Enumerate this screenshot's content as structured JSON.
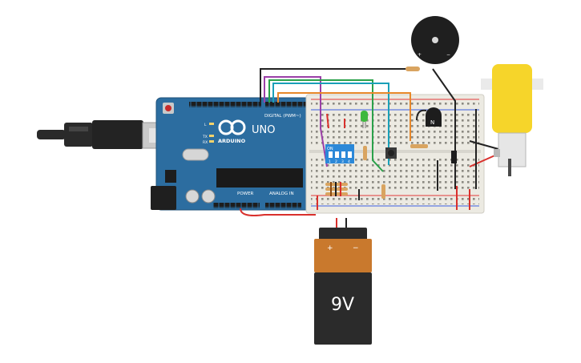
{
  "arduino": {
    "brand": "ARDUINO",
    "model": "UNO",
    "digital_header": "DIGITAL (PWM~)",
    "analog_header": "ANALOG IN",
    "power_header": "POWER",
    "led_labels": [
      "L",
      "TX",
      "RX"
    ]
  },
  "battery": {
    "label": "9V",
    "plus": "+",
    "minus": "−"
  },
  "buzzer": {
    "plus": "+",
    "minus": "−"
  },
  "dip_switch": {
    "on_label": "ON",
    "numbers": [
      "1",
      "2",
      "3",
      "4"
    ]
  },
  "transistor": {
    "label": "N"
  },
  "colors": {
    "board": "#2c6da0",
    "breadboard": "#eceae2",
    "battery_body": "#2b2b2b",
    "battery_top": "#c9792d",
    "motor": "#f6d52a",
    "wire_red": "#d9302c",
    "wire_black": "#222222",
    "wire_purple": "#9b3fa8",
    "wire_green": "#2aa14a",
    "wire_teal": "#1aa0b8",
    "wire_orange": "#e8882a",
    "dip": "#2b88d8",
    "led": "#3db83d"
  }
}
